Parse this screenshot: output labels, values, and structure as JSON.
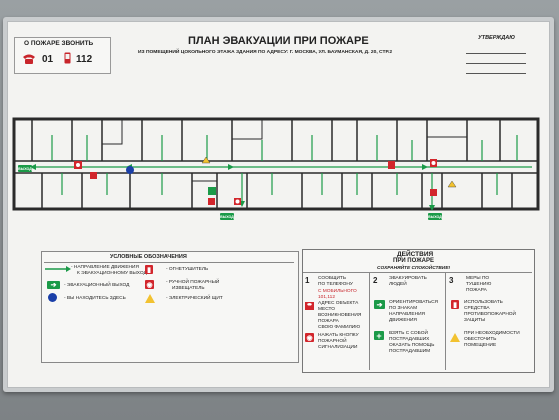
{
  "header": {
    "call_label": "О ПОЖАРЕ ЗВОНИТЬ",
    "phone_1": "01",
    "phone_2": "112",
    "title": "ПЛАН ЭВАКУАЦИИ ПРИ ПОЖАРЕ",
    "subtitle": "ИЗ ПОМЕЩЕНИЙ ЦОКОЛЬНОГО  ЭТАЖА  ЗДАНИЯ ПО АДРЕСУ: Г. МОСКВА, УЛ. БАУМАНСКАЯ, Д. 20, СТР.2",
    "approve": "УТВЕРЖДАЮ"
  },
  "plan": {
    "exit_labels": [
      "ВЫХОД",
      "ВЫХОД",
      "ВЫХОД"
    ]
  },
  "legend": {
    "title": "УСЛОВНЫЕ ОБОЗНАЧЕНИЯ",
    "items": [
      {
        "label_1": "- НАПРАВЛЕНИЕ ДВИЖЕНИЯ",
        "label_2": "К ЭВАКУАЦИОННОМУ ВЫХОДУ"
      },
      {
        "label_1": "- ЭВАКУАЦИОННЫЙ ВЫХОД",
        "label_2": ""
      },
      {
        "label_1": "- ВЫ НАХОДИТЕСЬ ЗДЕСЬ",
        "label_2": ""
      },
      {
        "label_1": "- ОГНЕТУШИТЕЛЬ",
        "label_2": ""
      },
      {
        "label_1": "- РУЧНОЙ ПОЖАРНЫЙ",
        "label_2": "ИЗВЕЩАТЕЛЬ"
      },
      {
        "label_1": "- ЭЛЕКТРИЧЕСКИЙ ЩИТ",
        "label_2": ""
      }
    ]
  },
  "actions": {
    "title_1": "ДЕЙСТВИЯ",
    "title_2": "ПРИ ПОЖАРЕ",
    "title_3": "СОХРАНЯЙТЕ СПОКОЙСТВИЕ!",
    "col1": {
      "number": "1",
      "s1": [
        "СООБЩИТЬ",
        "ПО ТЕЛЕФОНУ"
      ],
      "s1_red": [
        "С МОБИЛЬНОГО",
        "101,112"
      ],
      "s2": [
        "АДРЕС ОБЪЕКТА",
        "МЕСТО",
        "ВОЗНИКНОВЕНИЯ",
        "ПОЖАРА",
        "СВОЮ ФАМИЛИЮ"
      ],
      "s3": [
        "НАЖАТЬ КНОПКУ",
        "ПОЖАРНОЙ",
        "СИГНАЛИЗАЦИИ"
      ]
    },
    "col2": {
      "number": "2",
      "s1": [
        "ЭВАКУИРОВАТЬ",
        "ЛЮДЕЙ"
      ],
      "s2": [
        "ОРИЕНТИРОВАТЬСЯ",
        "ПО ЗНАКАМ",
        "НАПРАВЛЕНИЯ",
        "ДВИЖЕНИЯ"
      ],
      "s3": [
        "ВЗЯТЬ С СОБОЙ",
        "ПОСТРАДАВШИХ",
        "ОКАЗАТЬ ПОМОЩЬ",
        "ПОСТРАДАВШИМ"
      ]
    },
    "col3": {
      "number": "3",
      "s1": [
        "МЕРЫ ПО",
        "ТУШЕНИЮ",
        "ПОЖАРА"
      ],
      "s2": [
        "ИСПОЛЬЗОВАТЬ",
        "СРЕДСТВА",
        "ПРОТИВОПОЖАРНОЙ",
        "ЗАЩИТЫ"
      ],
      "s3": [
        "ПРИ НЕОБХОДИМОСТИ",
        "ОБЕСТОЧИТЬ",
        "ПОМЕЩЕНИЕ"
      ]
    }
  }
}
